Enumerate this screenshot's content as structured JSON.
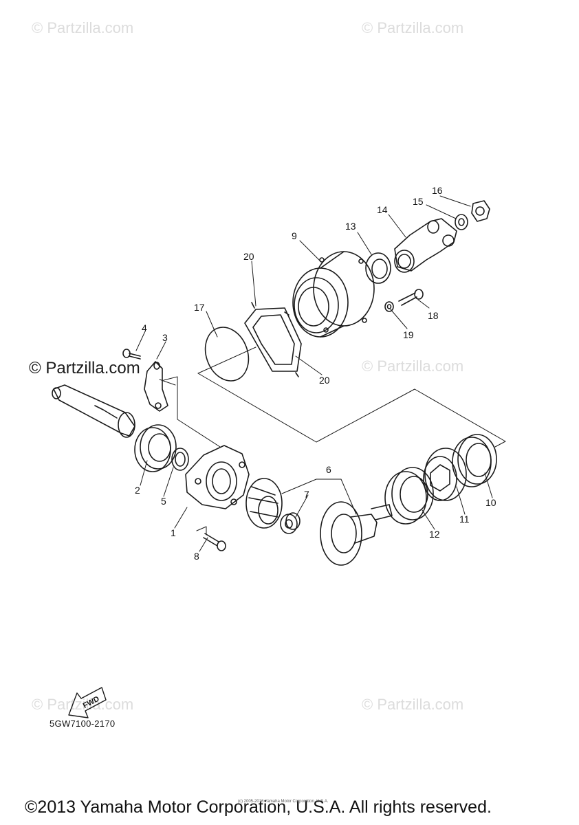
{
  "watermarks": {
    "top_left": "© Partzilla.com",
    "top_right": "© Partzilla.com",
    "mid_left": "© Partzilla.com",
    "mid_right": "© Partzilla.com",
    "bottom_left": "© Partzilla.com",
    "bottom_right": "© Partzilla.com"
  },
  "diagram": {
    "callouts": [
      "1",
      "2",
      "3",
      "4",
      "5",
      "6",
      "7",
      "8",
      "9",
      "10",
      "11",
      "12",
      "13",
      "14",
      "15",
      "16",
      "17",
      "18",
      "19",
      "20",
      "20"
    ],
    "fwd_label": "FWD",
    "part_code": "5GW7100-2170"
  },
  "footer": {
    "copyright": "©2013 Yamaha Motor Corporation, U.S.A. All rights reserved.",
    "fine_print": "(c) 2005-2016 Yamaha Motor Corporation, U.S.A."
  }
}
